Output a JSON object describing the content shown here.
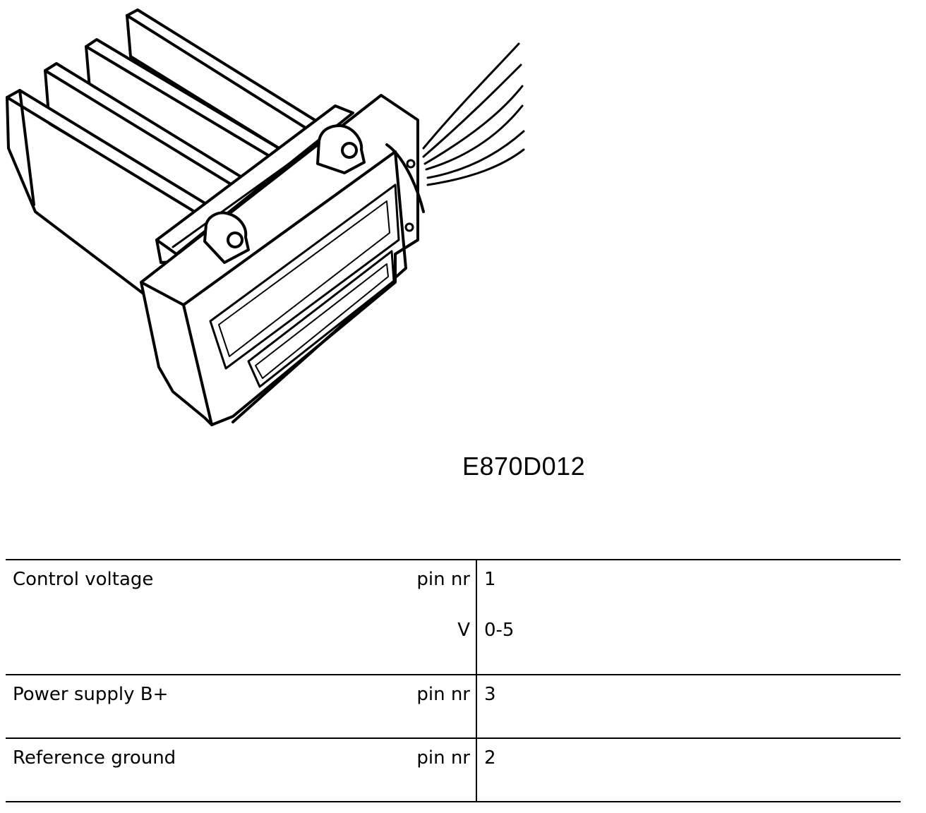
{
  "figure": {
    "code": "E870D012",
    "icons": [
      "connector-illustration"
    ]
  },
  "pin_table": {
    "rows": [
      {
        "signal": "Control voltage",
        "entries": [
          {
            "key": "pin nr",
            "value": "1"
          },
          {
            "key": "V",
            "value": "0-5"
          }
        ]
      },
      {
        "signal": "Power supply B+",
        "entries": [
          {
            "key": "pin nr",
            "value": "3"
          }
        ]
      },
      {
        "signal": "Reference ground",
        "entries": [
          {
            "key": "pin nr",
            "value": "2"
          }
        ]
      }
    ]
  }
}
